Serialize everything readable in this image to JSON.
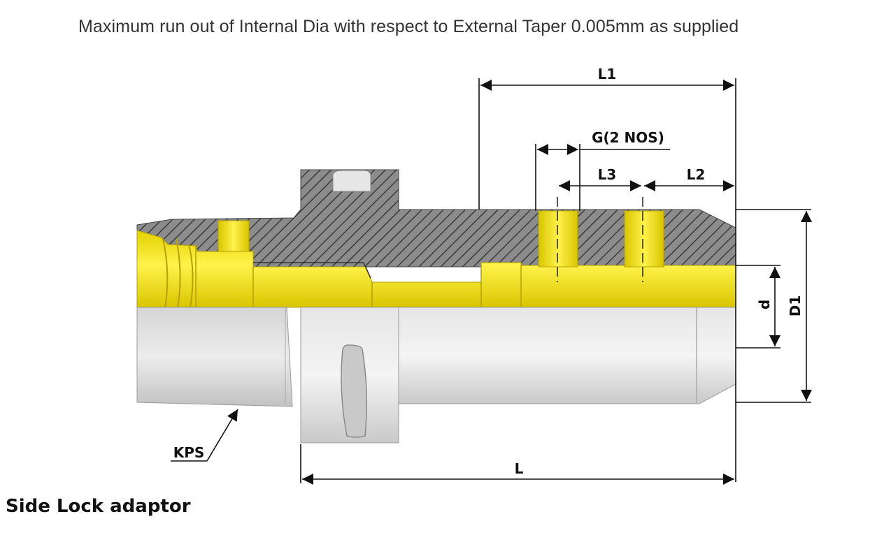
{
  "heading": "Maximum run out of Internal Dia with respect to External Taper 0.005mm as supplied",
  "caption": "Side Lock adaptor",
  "dimensions": {
    "l1": "L1",
    "g": "G(2 NOS)",
    "l3": "L3",
    "l2": "L2",
    "d": "d",
    "d1": "D1",
    "kps": "KPS",
    "l": "L"
  },
  "colors": {
    "bore": "#f3e500",
    "body": "#d9d9d9",
    "section": "#8f8f8f"
  }
}
